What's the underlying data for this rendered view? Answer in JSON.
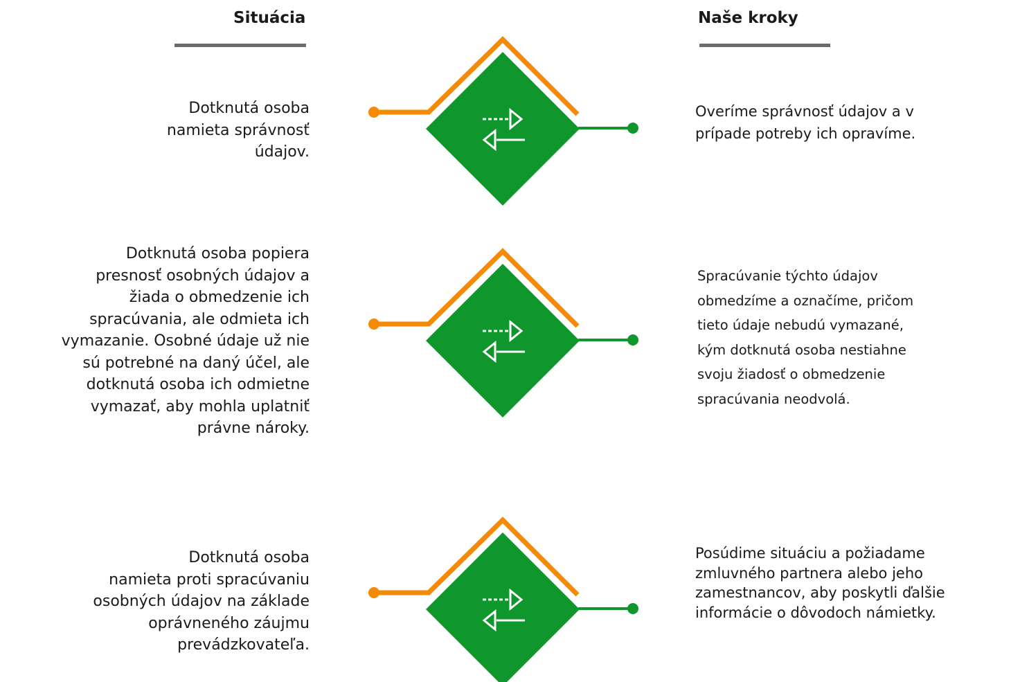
{
  "headers": {
    "situation": "Situácia",
    "steps": "Naše kroky"
  },
  "colors": {
    "diamond": "#0f962d",
    "orange_line": "#f58a07",
    "green_line": "#0f962d",
    "rule": "#6b6b6b",
    "icon": "#ffffff"
  },
  "icon_name": "swap-arrows-icon",
  "rows": [
    {
      "situation": "Dotknutá osoba\nnamieta správnosť\núdajov.",
      "action": "Overíme správnosť údajov a v\nprípade potreby ich opravíme."
    },
    {
      "situation": "Dotknutá osoba popiera\npresnosť osobných údajov a\nžiada o obmedzenie ich\nspracúvania, ale odmieta ich\nvymazanie.  Osobné údaje už nie\nsú potrebné na daný účel, ale\ndotknutá osoba ich odmietne\nvymazať, aby mohla uplatniť\nprávne nároky.",
      "action": "Spracúvanie týchto údajov\nobmedzíme a označíme, pričom\ntieto údaje nebudú vymazané,\nkým dotknutá osoba nestiahne\nsvoju žiadosť o obmedzenie\nspracúvania neodvolá."
    },
    {
      "situation": "Dotknutá osoba\nnamieta proti spracúvaniu\nosobných údajov na základe\noprávneného záujmu\nprevádzkovateľa.",
      "action": "Posúdime situáciu a požiadame\nzmluvného partnera alebo jeho\nzamestnancov, aby poskytli ďalšie\ninformácie o dôvodoch námietky."
    }
  ]
}
